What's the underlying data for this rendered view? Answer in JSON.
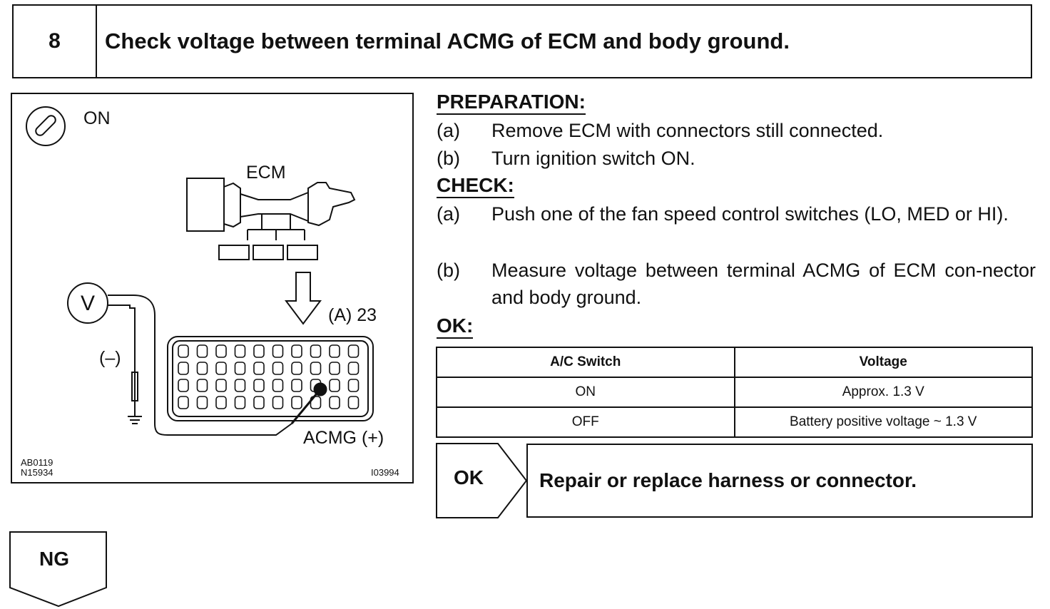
{
  "step": {
    "number": "8",
    "title": "Check voltage between terminal ACMG of ECM and body ground."
  },
  "illustration": {
    "ignition_state": "ON",
    "ecm_label": "ECM",
    "connector_label": "(A) 23",
    "negative_label": "(–)",
    "voltmeter_label": "V",
    "terminal_label": "ACMG (+)",
    "codes": [
      "AB0119",
      "N15934"
    ],
    "figure_id": "I03994",
    "icon": "ignition-switch-icon"
  },
  "preparation": {
    "heading": "PREPARATION:",
    "items": [
      {
        "letter": "(a)",
        "text": "Remove ECM with connectors still connected."
      },
      {
        "letter": "(b)",
        "text": "Turn ignition switch ON."
      }
    ]
  },
  "check": {
    "heading": "CHECK:",
    "items": [
      {
        "letter": "(a)",
        "text": "Push one of the fan speed control switches (LO, MED or HI)."
      },
      {
        "letter": "(b)",
        "text": "Measure voltage between terminal ACMG of ECM con-nector and body ground."
      }
    ]
  },
  "ok": {
    "heading": "OK:",
    "table": {
      "headers": [
        "A/C Switch",
        "Voltage"
      ],
      "rows": [
        [
          "ON",
          "Approx. 1.3 V"
        ],
        [
          "OFF",
          "Battery positive voltage ~ 1.3 V"
        ]
      ]
    }
  },
  "result": {
    "ok_label": "OK",
    "ok_action": "Repair or replace harness or connector.",
    "ng_label": "NG"
  }
}
